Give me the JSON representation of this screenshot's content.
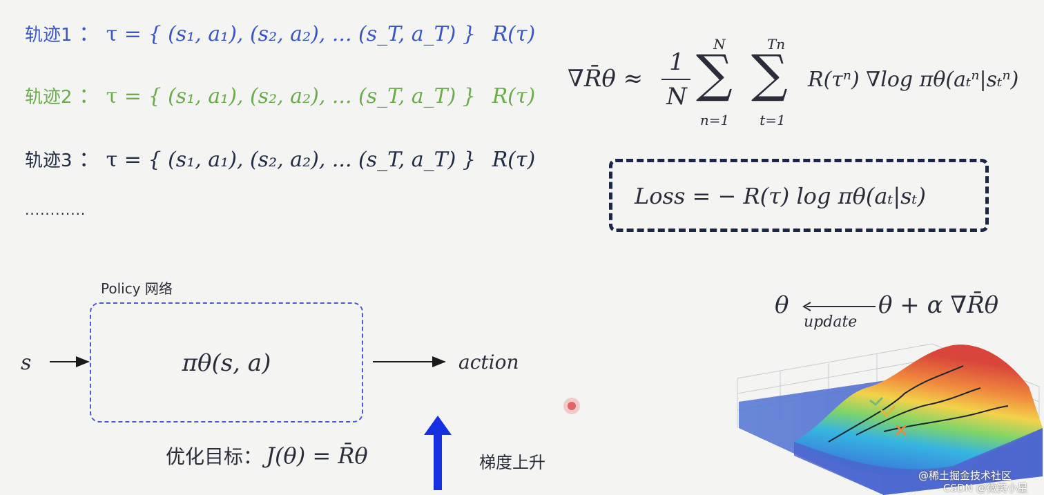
{
  "trajectories": [
    {
      "label": "轨迹1",
      "colon": "：",
      "tau": "τ =",
      "seq": "{ (s₁, a₁), (s₂, a₂), ... (s_T, a_T) }",
      "reward": "R(τ)",
      "color": "#3a55c8"
    },
    {
      "label": "轨迹2",
      "colon": "：",
      "tau": "τ =",
      "seq": "{ (s₁, a₁), (s₂, a₂), ... (s_T, a_T) }",
      "reward": "R(τ)",
      "color": "#6aac4a"
    },
    {
      "label": "轨迹3",
      "colon": "：",
      "tau": "τ =",
      "seq": "{ (s₁, a₁), (s₂, a₂), ... (s_T, a_T) }",
      "reward": "R(τ)",
      "color": "#1f2a44"
    }
  ],
  "ellipsis": "............",
  "gradient_formula": {
    "lhs": "∇R̄θ ≈",
    "frac_num": "1",
    "frac_den": "N",
    "sum1_top": "N",
    "sum1_bottom": "n=1",
    "sum2_top": "Tn",
    "sum2_bottom": "t=1",
    "body": "R(τⁿ) ∇log πθ(aₜⁿ|sₜⁿ)"
  },
  "loss_formula": "Loss = − R(τ)  log πθ(aₜ|sₜ)",
  "policy": {
    "title": "Policy 网络",
    "input": "s",
    "function": "πθ(s, a)",
    "output": "action"
  },
  "objective": {
    "label": "优化目标：",
    "formula": "J(θ) = R̄θ"
  },
  "ascent_label": "梯度上升",
  "update_rule": {
    "lhs": "θ",
    "arrow_label": "update",
    "rhs": "θ + α ∇R̄θ"
  },
  "watermark_line1": "@稀土掘金技术社区",
  "watermark_line2": "CSDN @微笑小星",
  "colors": {
    "arrow_blue": "#1530e0",
    "loss_border": "#1b2545",
    "policy_border": "#4a5bd0"
  }
}
